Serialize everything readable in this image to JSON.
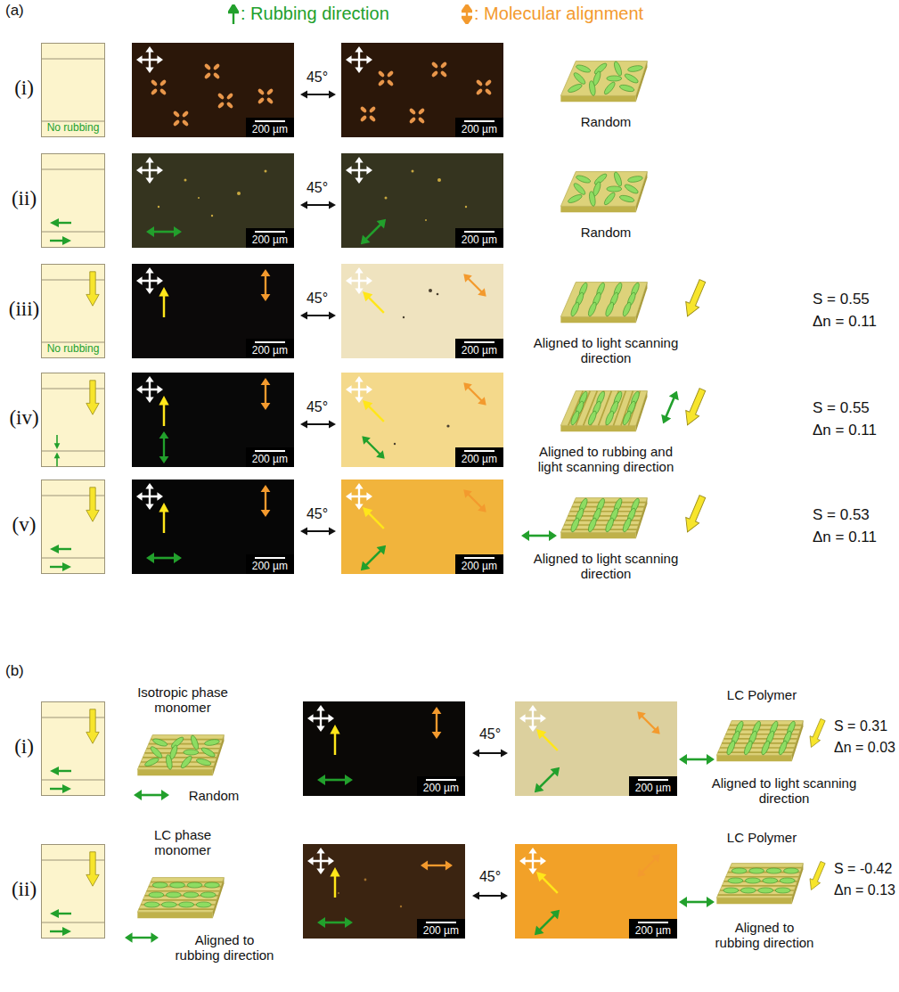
{
  "diagram": {
    "nodes": [
      {
        "text": [
          "No rubbing"
        ]
      },
      {
        "text": [
          "200 µm"
        ]
      },
      {
        "text": [
          "200 µm"
        ]
      },
      {
        "text": [
          "200 µm"
        ]
      },
      {
        "text": [
          "200 µm"
        ]
      },
      {
        "text": [
          "No rubbing"
        ]
      },
      {
        "text": [
          "200 µm"
        ]
      },
      {
        "text": [
          "200 µm"
        ]
      },
      {
        "text": [
          "200 µm"
        ]
      },
      {
        "text": [
          "200 µm"
        ]
      },
      {
        "text": [
          "200 µm"
        ]
      },
      {
        "text": [
          "200 µm"
        ]
      },
      {
        "text": [
          "200 µm"
        ]
      },
      {
        "text": [
          "200 µm"
        ]
      },
      {
        "text": [
          "200 µm"
        ]
      },
      {
        "text": [
          "200 µm"
        ]
      }
    ],
    "labels": [
      "(a)",
      "(i)",
      "45°",
      "Random",
      "(ii)",
      "45°",
      "Random",
      "(iii)",
      "45°",
      "Aligned to light scanning direction",
      "S = 0.55",
      "Δn = 0.11",
      "(iv)",
      "45°",
      "Aligned to rubbing and light scanning direction",
      "S = 0.55",
      "Δn = 0.11",
      "(v)",
      "45°",
      "Aligned to light scanning direction",
      "S = 0.53",
      "Δn = 0.11",
      "(b)",
      "(i)",
      "Isotropic phase monomer",
      "Random",
      "45°",
      "LC Polymer",
      "S = 0.31",
      "Δn = 0.03",
      "Aligned to light scanning direction",
      "(ii)",
      "LC phase monomer",
      "Aligned to rubbing direction",
      "45°",
      "LC Polymer",
      "S = -0.42",
      "Δn = 0.13",
      "Aligned to rubbing direction"
    ],
    "legend": [
      {
        "text": ": Rubbing direction"
      },
      {
        "text": ": Molecular alignment"
      }
    ]
  }
}
